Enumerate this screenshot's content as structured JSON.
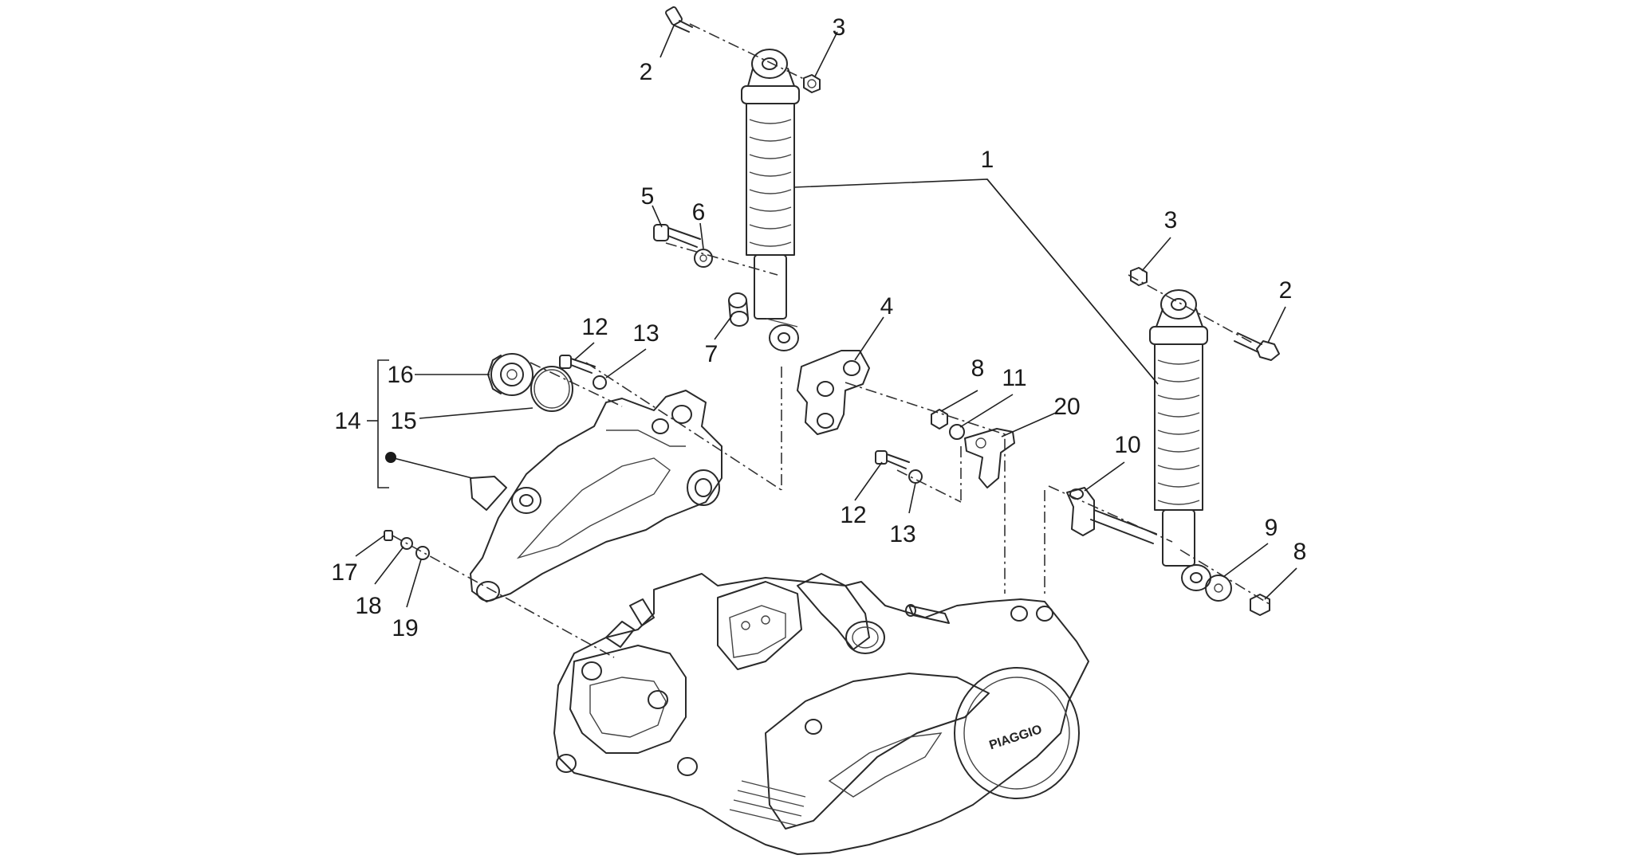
{
  "callouts": [
    {
      "id": "c2a",
      "text": "2"
    },
    {
      "id": "c3a",
      "text": "3"
    },
    {
      "id": "c1",
      "text": "1"
    },
    {
      "id": "c5",
      "text": "5"
    },
    {
      "id": "c6",
      "text": "6"
    },
    {
      "id": "c3b",
      "text": "3"
    },
    {
      "id": "c2b",
      "text": "2"
    },
    {
      "id": "c4",
      "text": "4"
    },
    {
      "id": "c12a",
      "text": "12"
    },
    {
      "id": "c13a",
      "text": "13"
    },
    {
      "id": "c7",
      "text": "7"
    },
    {
      "id": "c16",
      "text": "16"
    },
    {
      "id": "c14",
      "text": "14"
    },
    {
      "id": "c15",
      "text": "15"
    },
    {
      "id": "c8a",
      "text": "8"
    },
    {
      "id": "c11",
      "text": "11"
    },
    {
      "id": "c20",
      "text": "20"
    },
    {
      "id": "c10",
      "text": "10"
    },
    {
      "id": "c12b",
      "text": "12"
    },
    {
      "id": "c13b",
      "text": "13"
    },
    {
      "id": "c9",
      "text": "9"
    },
    {
      "id": "c8b",
      "text": "8"
    },
    {
      "id": "c17",
      "text": "17"
    },
    {
      "id": "c18",
      "text": "18"
    },
    {
      "id": "c19",
      "text": "19"
    }
  ],
  "engine_logo_text": "PIAGGIO",
  "colors": {
    "line": "#2a2a2a",
    "background": "#ffffff"
  }
}
